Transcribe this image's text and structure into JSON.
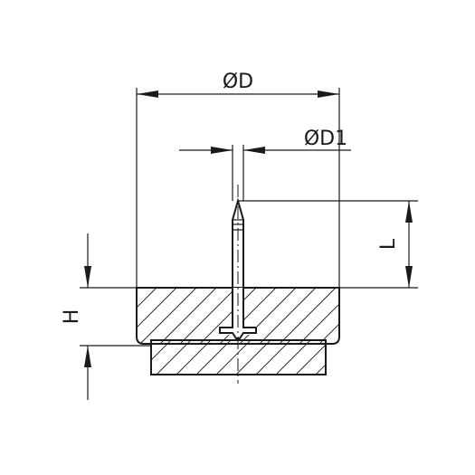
{
  "drawing": {
    "labels": {
      "diameter_outer": "ØD",
      "diameter_nail": "ØD1",
      "height": "H",
      "nail_length": "L"
    },
    "stroke_color": "#1a1a1a",
    "background_color": "#ffffff"
  }
}
